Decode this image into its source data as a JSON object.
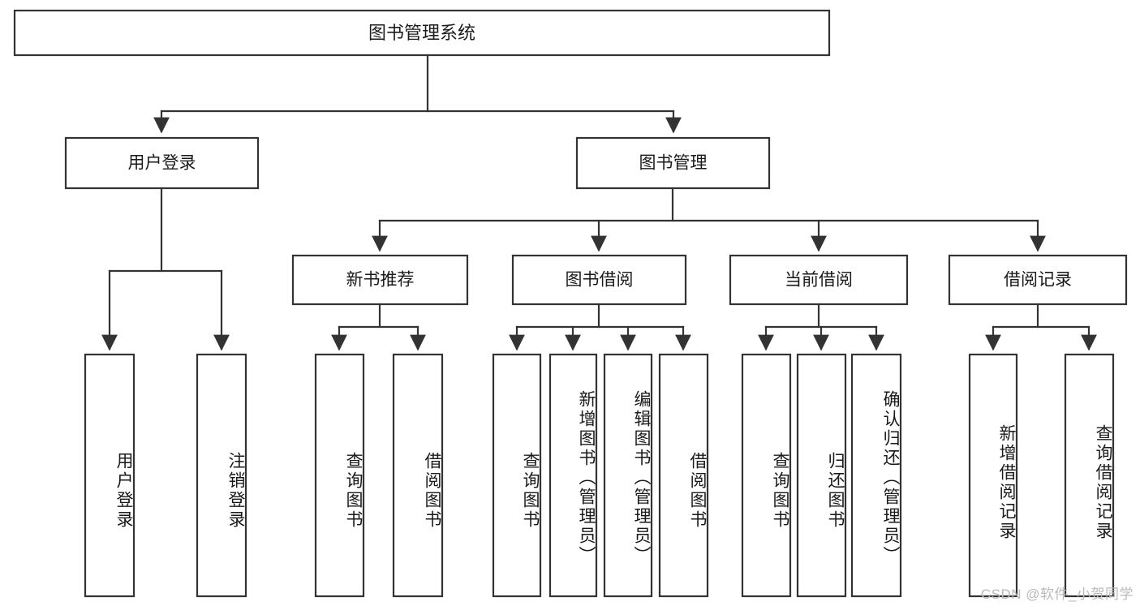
{
  "diagram": {
    "type": "tree-hierarchy-chart",
    "title": "图书管理系统",
    "background_color": "#ffffff",
    "line_color": "#333333",
    "box_fill": "#ffffff",
    "text_color": "#1a1a1a",
    "root": {
      "label": "图书管理系统"
    },
    "level2": [
      {
        "label": "用户登录"
      },
      {
        "label": "图书管理"
      }
    ],
    "level3": [
      {
        "label": "新书推荐"
      },
      {
        "label": "图书借阅"
      },
      {
        "label": "当前借阅"
      },
      {
        "label": "借阅记录"
      }
    ],
    "leaves": {
      "user_login": [
        {
          "label": "用户登录"
        },
        {
          "label": "注销登录"
        }
      ],
      "new_book_recommend": [
        {
          "label": "查询图书"
        },
        {
          "label": "借阅图书"
        }
      ],
      "book_borrow": [
        {
          "label": "查询图书"
        },
        {
          "label": "新增图书（管理员）"
        },
        {
          "label": "编辑图书（管理员）"
        },
        {
          "label": "借阅图书"
        }
      ],
      "current_borrow": [
        {
          "label": "查询图书"
        },
        {
          "label": "归还图书"
        },
        {
          "label": "确认归还（管理员）"
        }
      ],
      "borrow_record": [
        {
          "label": "新增借阅记录"
        },
        {
          "label": "查询借阅记录"
        }
      ]
    }
  },
  "watermark": {
    "text": "CSDN @软件_小贺同学"
  }
}
